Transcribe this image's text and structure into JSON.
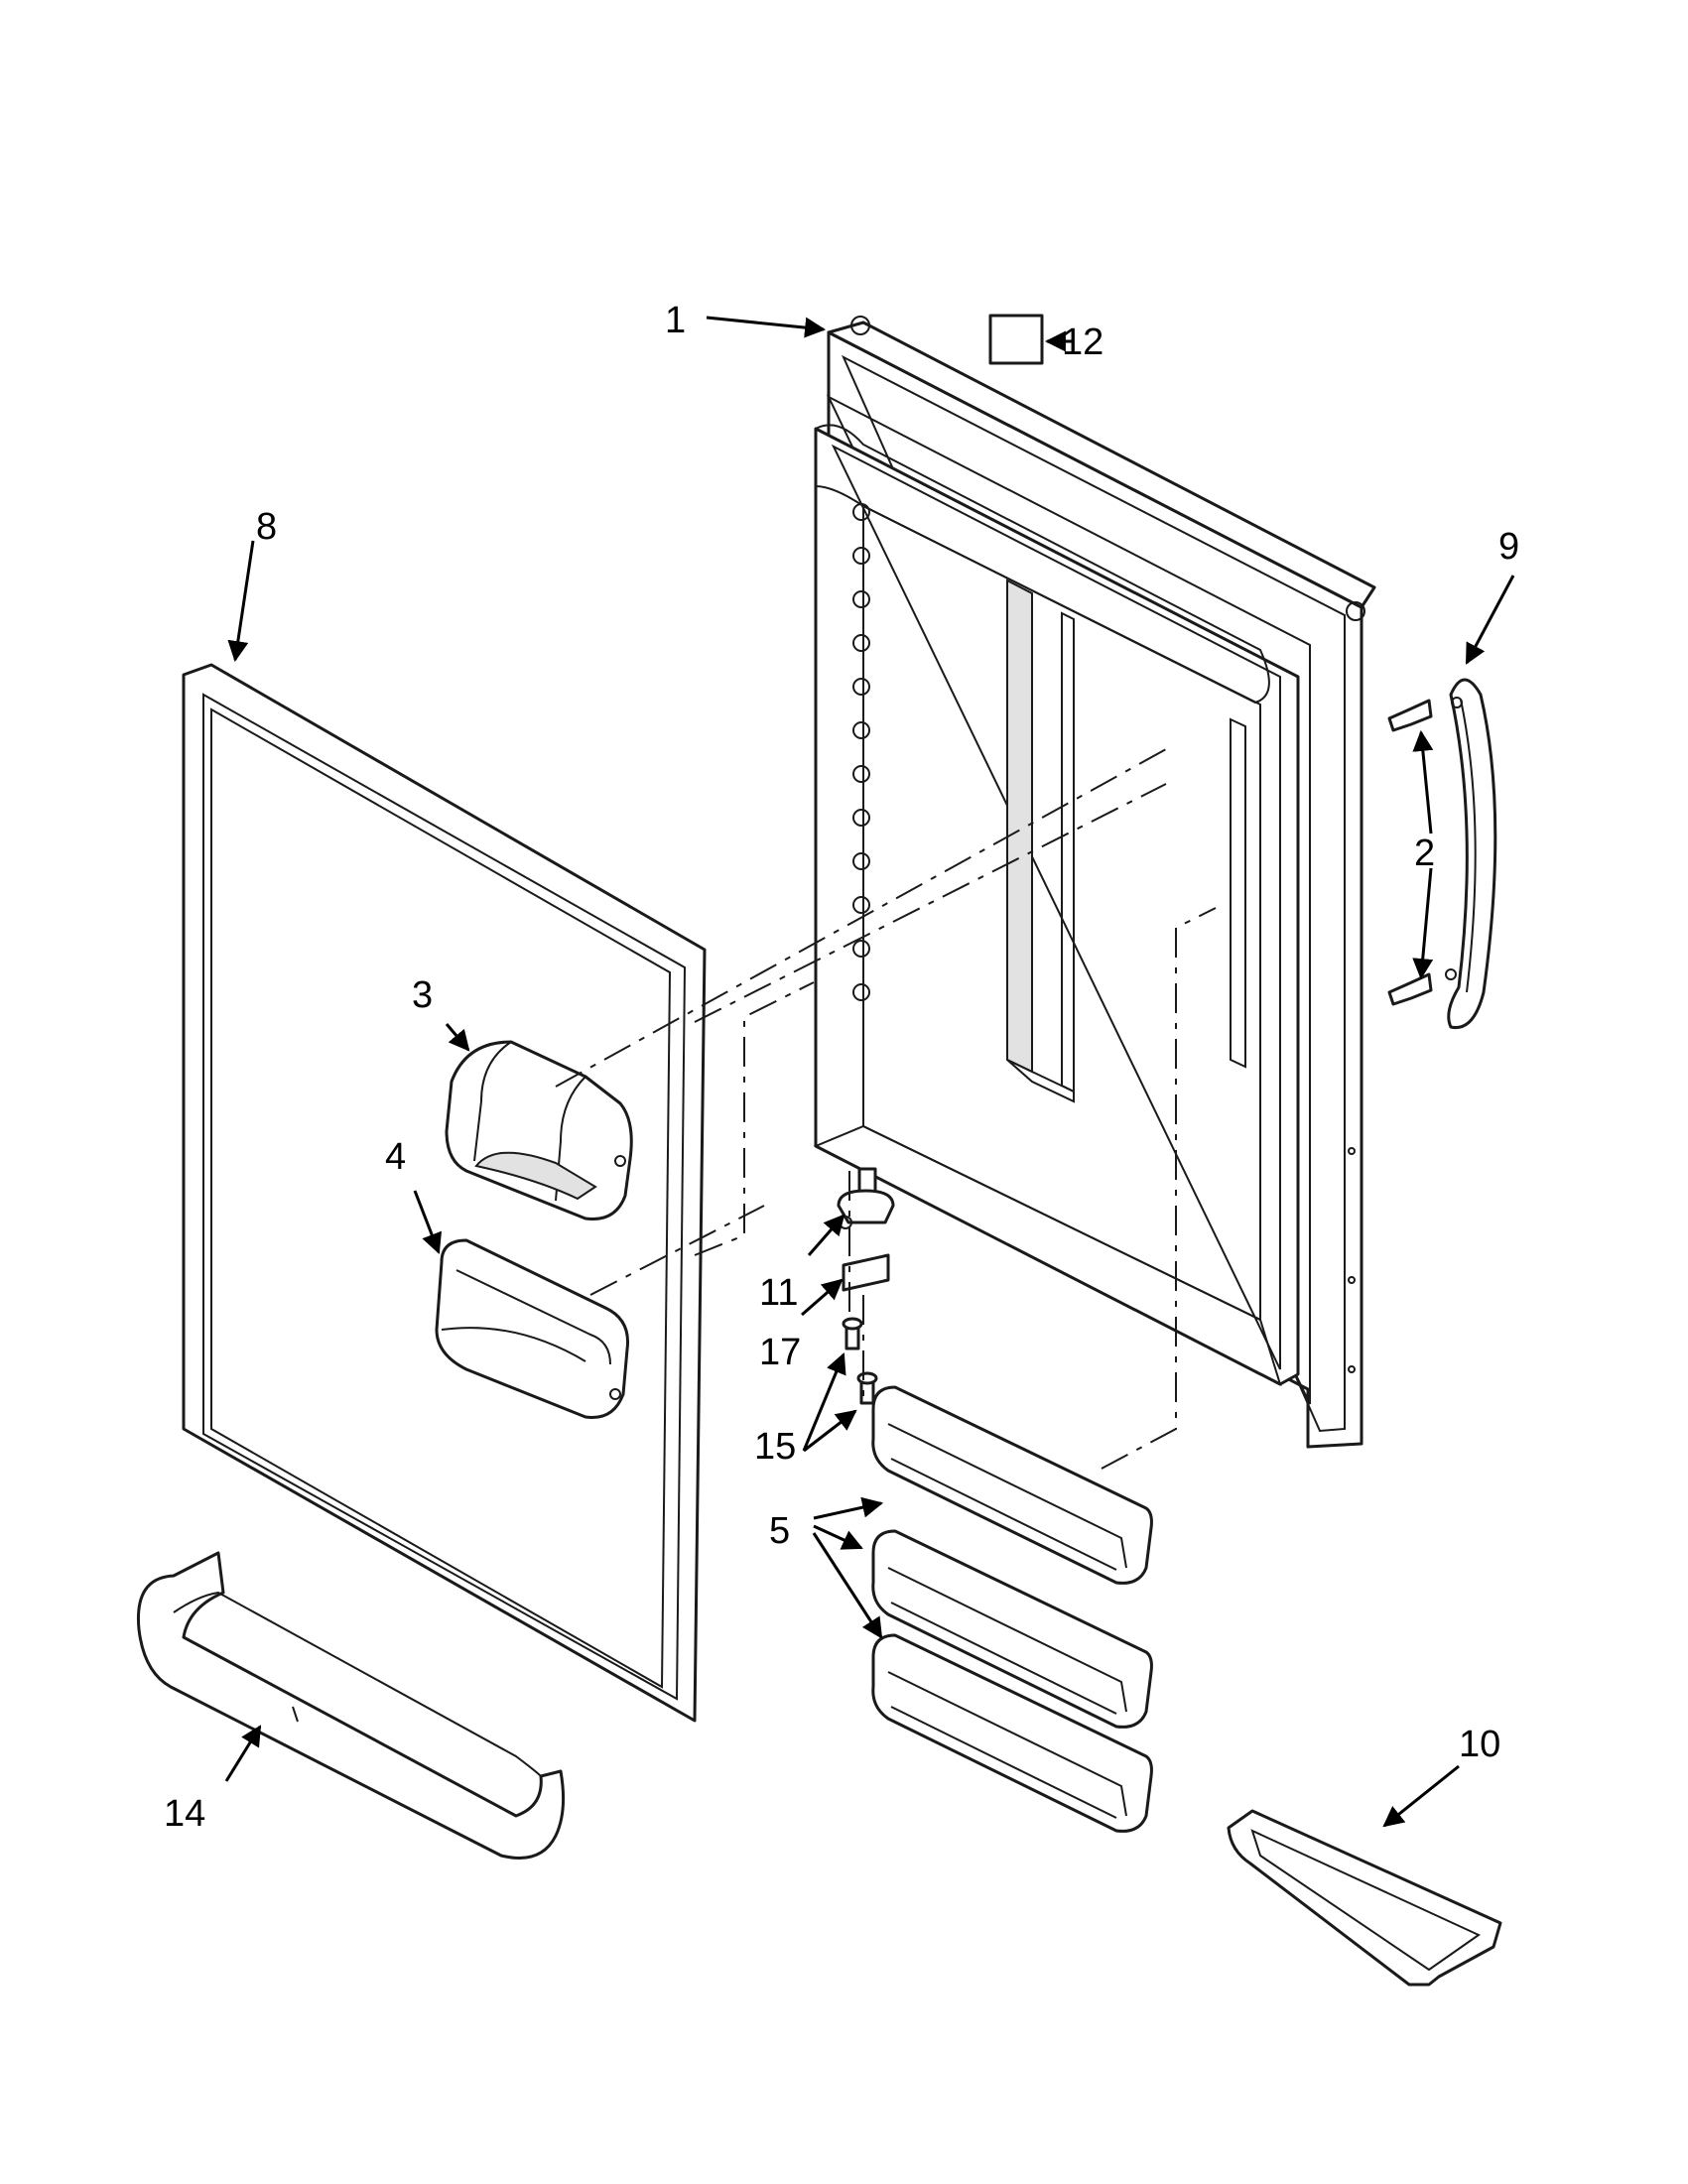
{
  "callouts": [
    {
      "id": "1",
      "label": "1"
    },
    {
      "id": "2",
      "label": "2"
    },
    {
      "id": "3",
      "label": "3"
    },
    {
      "id": "4",
      "label": "4"
    },
    {
      "id": "5",
      "label": "5"
    },
    {
      "id": "8",
      "label": "8"
    },
    {
      "id": "9",
      "label": "9"
    },
    {
      "id": "10",
      "label": "10"
    },
    {
      "id": "11",
      "label": "11"
    },
    {
      "id": "12",
      "label": "12"
    },
    {
      "id": "14",
      "label": "14"
    },
    {
      "id": "15",
      "label": "15"
    },
    {
      "id": "17",
      "label": "17"
    }
  ]
}
